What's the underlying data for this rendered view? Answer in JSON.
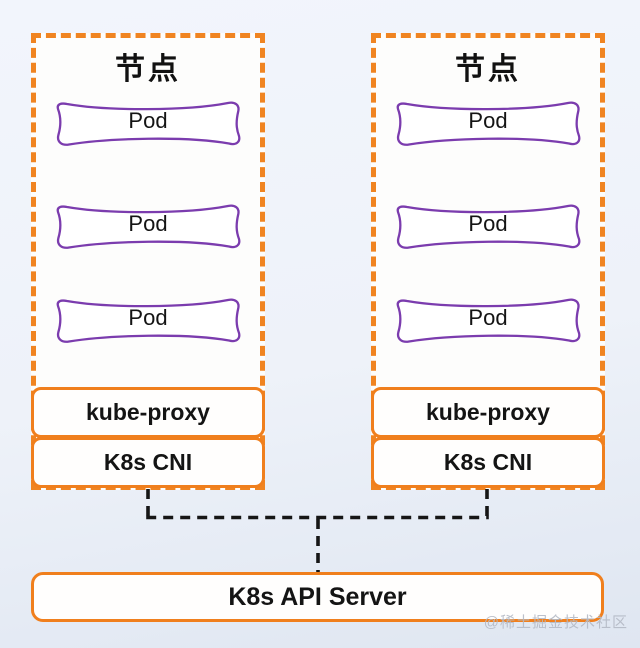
{
  "diagram": {
    "nodes": [
      {
        "title": "节点",
        "pods": [
          "Pod",
          "Pod",
          "Pod"
        ],
        "components": [
          {
            "label": "kube-proxy"
          },
          {
            "label": "K8s CNI"
          }
        ]
      },
      {
        "title": "节点",
        "pods": [
          "Pod",
          "Pod",
          "Pod"
        ],
        "components": [
          {
            "label": "kube-proxy"
          },
          {
            "label": "K8s CNI"
          }
        ]
      }
    ],
    "api_server_label": "K8s API Server",
    "watermark": "@稀土掘金技术社区",
    "colors": {
      "node_border_orange": "#F08421",
      "component_border_orange": "#F07F1D",
      "pod_border_purple": "#7B3CAE",
      "connector_black": "#161616",
      "background_top": "#F2F5FC",
      "background_bottom": "#DFE6F1"
    }
  }
}
